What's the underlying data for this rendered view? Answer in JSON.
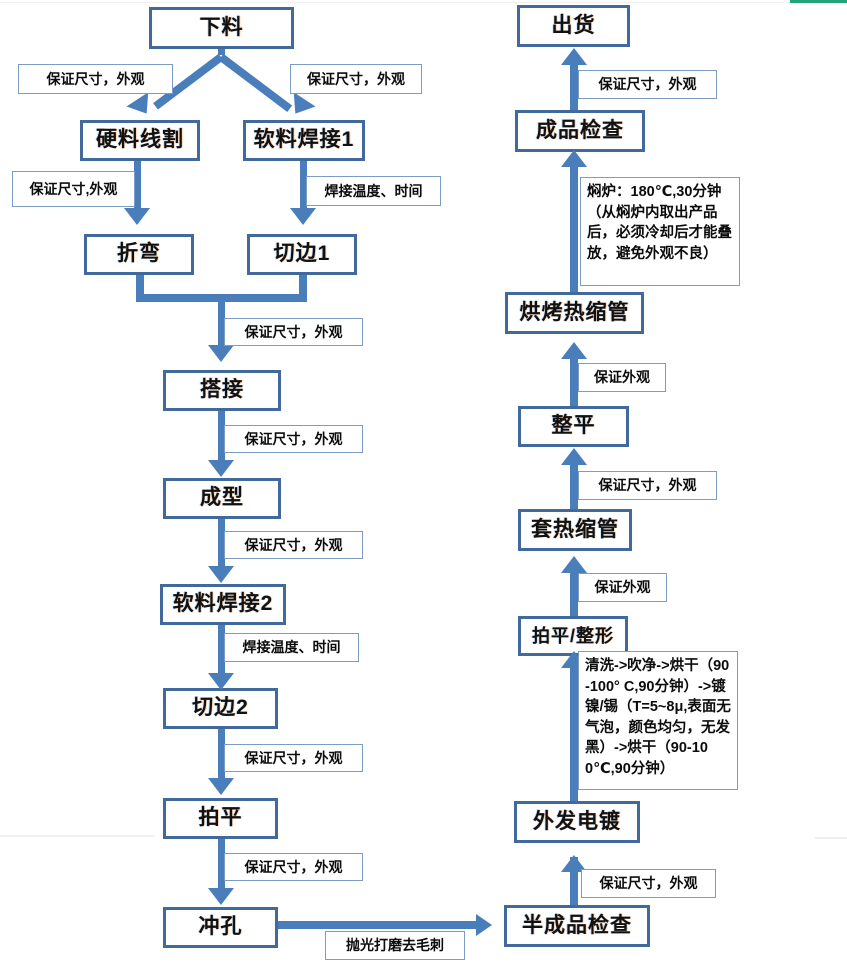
{
  "page": {
    "title": "生产工艺流程图",
    "accent_color": "#41699c",
    "connector_color": "#4a7ebb",
    "green_bar_color": "#22a37a",
    "background": "#ffffff"
  },
  "left_column": {
    "nodes": [
      {
        "id": "xialiao",
        "label": "下料"
      },
      {
        "id": "yingliao-xiange",
        "label": "硬料线割"
      },
      {
        "id": "ruanliao-hanjie1",
        "label": "软料焊接1"
      },
      {
        "id": "zhewan",
        "label": "折弯"
      },
      {
        "id": "qiebian1",
        "label": "切边1"
      },
      {
        "id": "dajie",
        "label": "搭接"
      },
      {
        "id": "chengxing",
        "label": "成型"
      },
      {
        "id": "ruanliao-hanjie2",
        "label": "软料焊接2"
      },
      {
        "id": "qiebian2",
        "label": "切边2"
      },
      {
        "id": "paiping",
        "label": "拍平"
      },
      {
        "id": "chongkong",
        "label": "冲孔"
      }
    ],
    "annotations": [
      {
        "id": "a-l1",
        "text": "保证尺寸，外观"
      },
      {
        "id": "a-l2",
        "text": "保证尺寸，外观"
      },
      {
        "id": "a-l3",
        "text": "保证尺寸,外观"
      },
      {
        "id": "a-l4",
        "text": "焊接温度、时间"
      },
      {
        "id": "a-l5",
        "text": "保证尺寸，外观"
      },
      {
        "id": "a-l6",
        "text": "保证尺寸，外观"
      },
      {
        "id": "a-l7",
        "text": "保证尺寸，外观"
      },
      {
        "id": "a-l8",
        "text": "焊接温度、时间"
      },
      {
        "id": "a-l9",
        "text": "保证尺寸，外观"
      },
      {
        "id": "a-l10",
        "text": "保证尺寸，外观"
      }
    ]
  },
  "bridge": {
    "annotation": "抛光打磨去毛刺"
  },
  "right_column": {
    "nodes": [
      {
        "id": "banchengpin-jiancha",
        "label": "半成品检查"
      },
      {
        "id": "waifa-diandu",
        "label": "外发电镀"
      },
      {
        "id": "paiping-zhengxing",
        "label": "拍平/整形"
      },
      {
        "id": "tao-reshuoguan",
        "label": "套热缩管"
      },
      {
        "id": "zhengping",
        "label": "整平"
      },
      {
        "id": "hongkao-reshuoguan",
        "label": "烘烤热缩管"
      },
      {
        "id": "chengpin-jiancha",
        "label": "成品检查"
      },
      {
        "id": "chuhuo",
        "label": "出货"
      }
    ],
    "annotations": [
      {
        "id": "a-r1",
        "text": "保证尺寸，外观"
      },
      {
        "id": "a-r2",
        "text": "清洗->吹净->烘干（90-100° C,90分钟）->镀镍/锡（T=5~8μ,表面无气泡，颜色均匀，无发黑）->烘干（90-100℃,90分钟）"
      },
      {
        "id": "a-r3",
        "text": "保证外观"
      },
      {
        "id": "a-r4",
        "text": "保证尺寸，外观"
      },
      {
        "id": "a-r5",
        "text": "保证外观"
      },
      {
        "id": "a-r6",
        "text": "焖炉：180℃,30分钟（从焖炉内取出产品后，必须冷却后才能叠放，避免外观不良）"
      },
      {
        "id": "a-r7",
        "text": "保证尺寸，外观"
      }
    ]
  }
}
